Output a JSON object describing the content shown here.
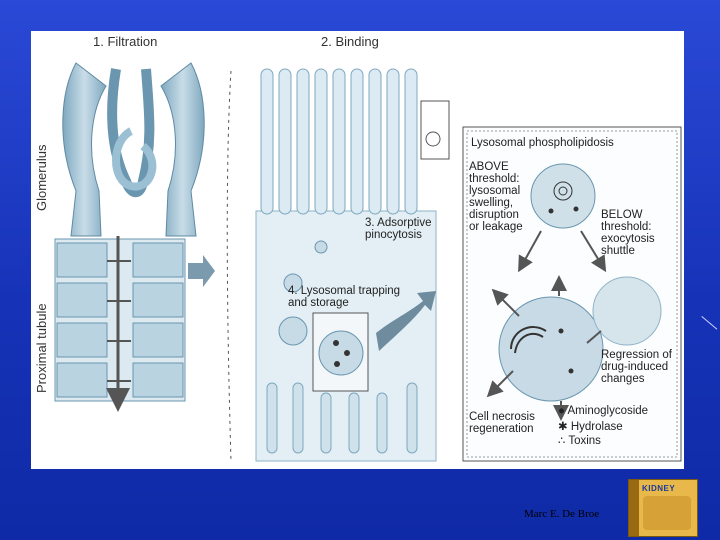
{
  "slide": {
    "credit": "Marc E. De Broe",
    "book_title": "KIDNEY"
  },
  "diagram": {
    "sections": {
      "filtration": "1. Filtration",
      "binding": "2. Binding"
    },
    "side_labels": {
      "glomerulus": "Glomerulus",
      "proximal_tubule": "Proximal tubule"
    },
    "steps": {
      "adsorptive": "3. Adsorptive\npinocytosis",
      "lysosomal": "4. Lysosomal trapping\nand storage"
    },
    "inset": {
      "title": "Lysosomal phospholipidosis",
      "above": "ABOVE\nthreshold:\nlysosomal\nswelling,\ndisruption\nor leakage",
      "below": "BELOW\nthreshold:\nexocytosis\nshuttle",
      "regression": "Regression of\ndrug-induced\nchanges",
      "necrosis": "Cell necrosis\nregeneration"
    },
    "legend": [
      {
        "symbol": "●",
        "label": "Aminoglycoside"
      },
      {
        "symbol": "✱",
        "label": "Hydrolase"
      },
      {
        "symbol": "∴",
        "label": "Toxins"
      }
    ]
  }
}
